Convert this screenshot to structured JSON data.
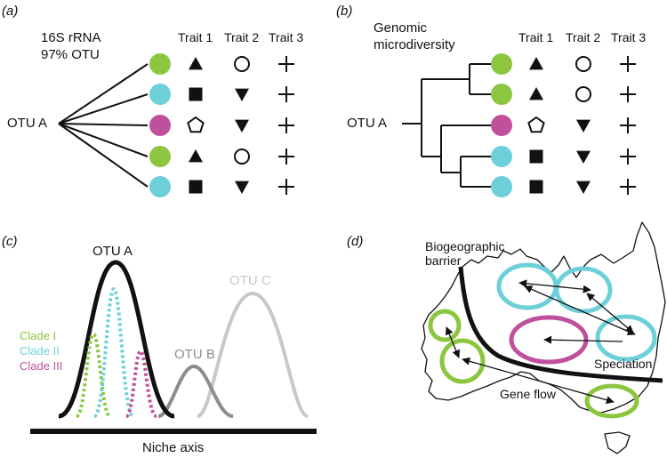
{
  "panels": {
    "a": {
      "label": "(a)",
      "title_lines": [
        "16S rRNA",
        "97% OTU"
      ],
      "root_label": "OTU A",
      "trait_headers": [
        "Trait 1",
        "Trait 2",
        "Trait 3"
      ],
      "rows": [
        {
          "color": "#8cc63f",
          "t1": "triangle",
          "t2": "circle",
          "t3": "plus"
        },
        {
          "color": "#6ccfd9",
          "t1": "square",
          "t2": "down-triangle",
          "t3": "plus"
        },
        {
          "color": "#c0509b",
          "t1": "pentagon",
          "t2": "down-triangle",
          "t3": "plus"
        },
        {
          "color": "#8cc63f",
          "t1": "triangle",
          "t2": "circle",
          "t3": "plus"
        },
        {
          "color": "#6ccfd9",
          "t1": "square",
          "t2": "down-triangle",
          "t3": "plus"
        }
      ]
    },
    "b": {
      "label": "(b)",
      "title_lines": [
        "Genomic",
        "microdiversity"
      ],
      "root_label": "OTU A",
      "trait_headers": [
        "Trait 1",
        "Trait 2",
        "Trait 3"
      ],
      "rows": [
        {
          "color": "#8cc63f",
          "t1": "triangle",
          "t2": "circle",
          "t3": "plus"
        },
        {
          "color": "#8cc63f",
          "t1": "triangle",
          "t2": "circle",
          "t3": "plus"
        },
        {
          "color": "#c0509b",
          "t1": "pentagon",
          "t2": "down-triangle",
          "t3": "plus"
        },
        {
          "color": "#6ccfd9",
          "t1": "square",
          "t2": "down-triangle",
          "t3": "plus"
        },
        {
          "color": "#6ccfd9",
          "t1": "square",
          "t2": "down-triangle",
          "t3": "plus"
        }
      ]
    },
    "c": {
      "label": "(c)",
      "otu_a": "OTU A",
      "otu_b": "OTU B",
      "otu_c": "OTU C",
      "clades": [
        "Clade I",
        "Clade II",
        "Clade III"
      ],
      "axis_label": "Niche axis",
      "colors": {
        "clade1": "#8cc63f",
        "clade2": "#6ccfd9",
        "clade3": "#c0509b",
        "otu_a": "#111111",
        "otu_b": "#8c8c8c",
        "otu_c": "#c8c8c8"
      }
    },
    "d": {
      "label": "(d)",
      "barrier_lines": [
        "Biogeographic",
        "barrier"
      ],
      "speciation_label": "Speciation",
      "gene_flow_label": "Gene flow",
      "colors": {
        "green": "#8cc63f",
        "cyan": "#6ccfd9",
        "magenta": "#c0509b"
      }
    }
  }
}
